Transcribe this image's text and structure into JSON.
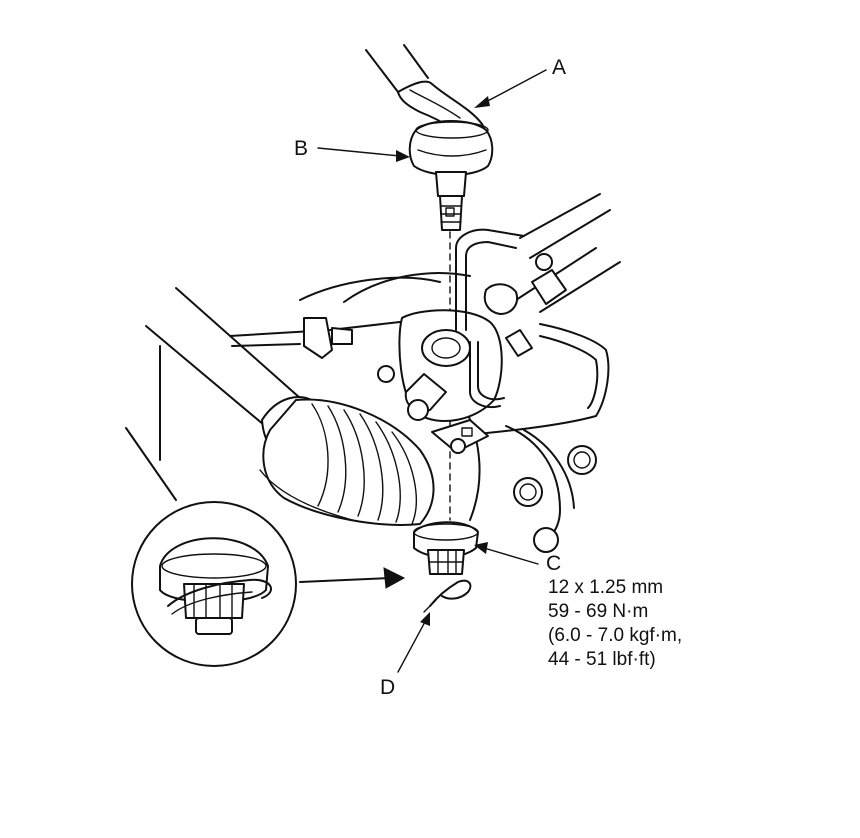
{
  "labels": {
    "a": "A",
    "b": "B",
    "c": "C",
    "d": "D"
  },
  "spec": {
    "thread": "12 x 1.25 mm",
    "torque_nm": "59 - 69 N·m",
    "torque_kgf": "(6.0 - 7.0 kgf·m,",
    "torque_lbf": "44 - 51 lbf·ft)"
  }
}
